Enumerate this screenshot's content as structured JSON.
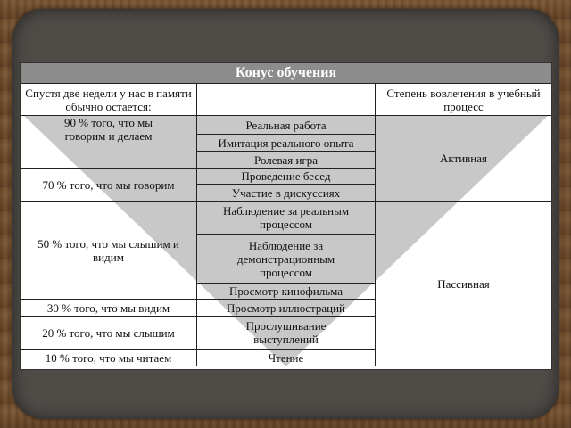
{
  "title": "Конус обучения",
  "header": {
    "retention": "Спустя две недели у нас в памяти обычно остается:",
    "involvement": "Степень вовлечения в учебный процесс"
  },
  "retention_rows": [
    "90 % того, что мы говорим и делаем",
    "70 % того, что мы говорим",
    "50 % того, что мы слышим и видим",
    "30 % того, что мы видим",
    "20 % того, что мы слышим",
    "10 % того, что мы читаем"
  ],
  "activities": [
    "Реальная работа",
    "Имитация реального опыта",
    "Ролевая игра",
    "Проведение бесед",
    "Участие в дискуссиях",
    "Наблюдение за реальным процессом",
    "Наблюдение за демонстрационным процессом",
    "Просмотр кинофильма",
    "Просмотр иллюстраций",
    "Прослушивание выступлений",
    "Чтение"
  ],
  "involvement": {
    "active": "Активная",
    "passive": "Пассивная"
  },
  "colors": {
    "cone": "#c8c8c8",
    "title_bar": "#8c8c8c",
    "board": "#4f4c48"
  }
}
